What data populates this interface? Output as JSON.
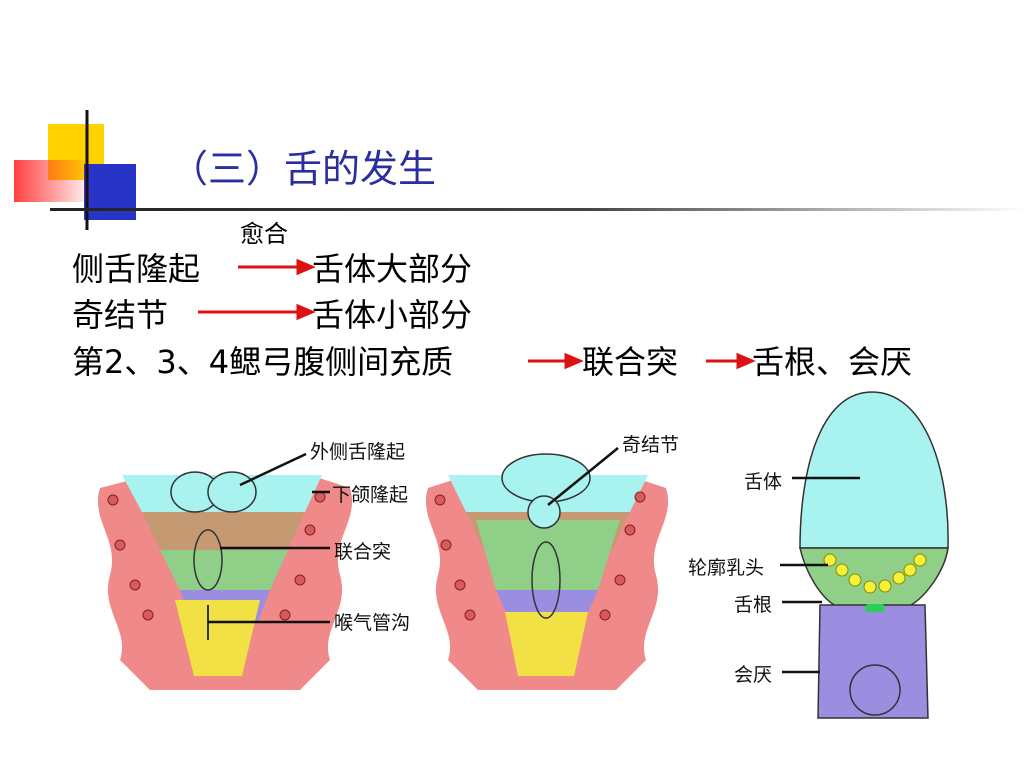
{
  "slide": {
    "title": "（三）舌的发生",
    "annotation": "愈合",
    "lines": [
      {
        "left": "侧舌隆起",
        "right": "舌体大部分"
      },
      {
        "left": "奇结节",
        "right": "舌体小部分"
      },
      {
        "left": "第2、3、4鳃弓腹侧间充质",
        "mid": "联合突",
        "right": "舌根、会厌"
      }
    ]
  },
  "figure": {
    "labels": {
      "lateral_lingual_swelling": "外侧舌隆起",
      "mandibular_swelling": "下颌隆起",
      "copula": "联合突",
      "laryngotracheal_groove": "喉气管沟",
      "tuberculum_impar": "奇结节",
      "tongue_body": "舌体",
      "circumvallate_papillae": "轮廓乳头",
      "tongue_root": "舌根",
      "epiglottis": "会厌"
    }
  },
  "colors": {
    "title": "#2a2f9f",
    "arrow": "#dd1111",
    "tongue_body": "#a8f2f0",
    "mandibular": "#c59a72",
    "green": "#8fcf87",
    "purple": "#9b8ee0",
    "yellow": "#f1e144",
    "pink": "#f08a8a",
    "papillae": "#f5f03a"
  }
}
